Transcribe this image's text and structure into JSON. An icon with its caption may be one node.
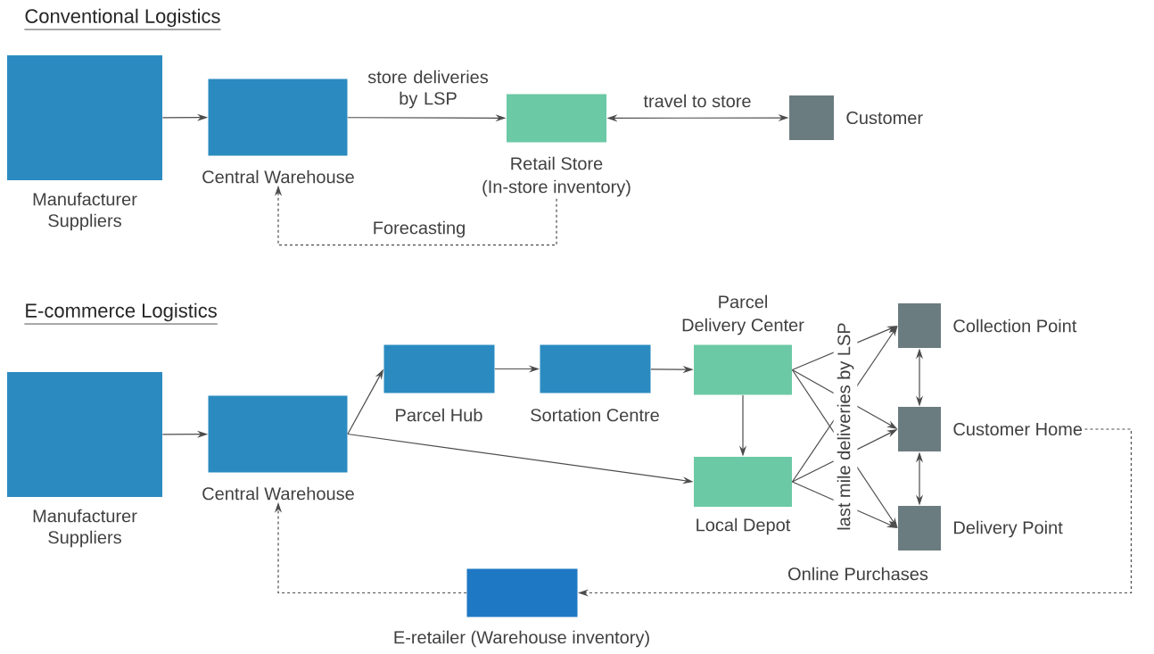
{
  "diagram": {
    "nodes": [
      {
        "text": [
          "Manufacturer Suppliers"
        ]
      },
      {
        "text": [
          "Central Warehouse"
        ]
      },
      {
        "text": [
          "Retail Store",
          "(In-store inventory)"
        ]
      },
      {
        "text": [
          "Customer"
        ]
      },
      {
        "text": [
          "Manufacturer Suppliers"
        ]
      },
      {
        "text": [
          "Central Warehouse"
        ]
      },
      {
        "text": [
          "Parcel Hub"
        ]
      },
      {
        "text": [
          "Sortation Centre"
        ]
      },
      {
        "text": [
          "Parcel",
          "Delivery Center"
        ]
      },
      {
        "text": [
          "Local Depot"
        ]
      },
      {
        "text": [
          "Collection Point"
        ]
      },
      {
        "text": [
          "Customer Home"
        ]
      },
      {
        "text": [
          "Delivery Point"
        ]
      },
      {
        "text": [
          "E-retailer (Warehouse inventory)"
        ]
      }
    ],
    "edges": [
      {
        "from": 0,
        "to": 1,
        "arrow": "to"
      },
      {
        "from": 1,
        "to": 2,
        "arrow": "to",
        "label": "store deliveries by LSP"
      },
      {
        "from": 2,
        "to": 3,
        "arrow": "both",
        "label": "travel to store"
      },
      {
        "from": 2,
        "to": 1,
        "arrow": "to",
        "style": "dashed",
        "label": "Forecasting"
      },
      {
        "from": 4,
        "to": 5,
        "arrow": "to"
      },
      {
        "from": 5,
        "to": 6,
        "arrow": "to"
      },
      {
        "from": 6,
        "to": 7,
        "arrow": "to"
      },
      {
        "from": 7,
        "to": 8,
        "arrow": "to"
      },
      {
        "from": 8,
        "to": 9,
        "arrow": "to"
      },
      {
        "from": 5,
        "to": 9,
        "arrow": "to"
      },
      {
        "from": 8,
        "to": 10,
        "arrow": "to"
      },
      {
        "from": 8,
        "to": 11,
        "arrow": "to"
      },
      {
        "from": 8,
        "to": 12,
        "arrow": "to"
      },
      {
        "from": 9,
        "to": 10,
        "arrow": "to"
      },
      {
        "from": 9,
        "to": 11,
        "arrow": "to"
      },
      {
        "from": 9,
        "to": 12,
        "arrow": "to"
      },
      {
        "from": 10,
        "to": 11,
        "arrow": "both"
      },
      {
        "from": 11,
        "to": 12,
        "arrow": "both"
      },
      {
        "from": 11,
        "to": 13,
        "arrow": "to",
        "style": "dashed",
        "label": "Online Purchases"
      },
      {
        "from": 13,
        "to": 5,
        "arrow": "to",
        "style": "dashed"
      }
    ],
    "labels": [
      "Conventional Logistics",
      "E-commerce Logistics",
      "last mile deliveries by LSP"
    ]
  }
}
